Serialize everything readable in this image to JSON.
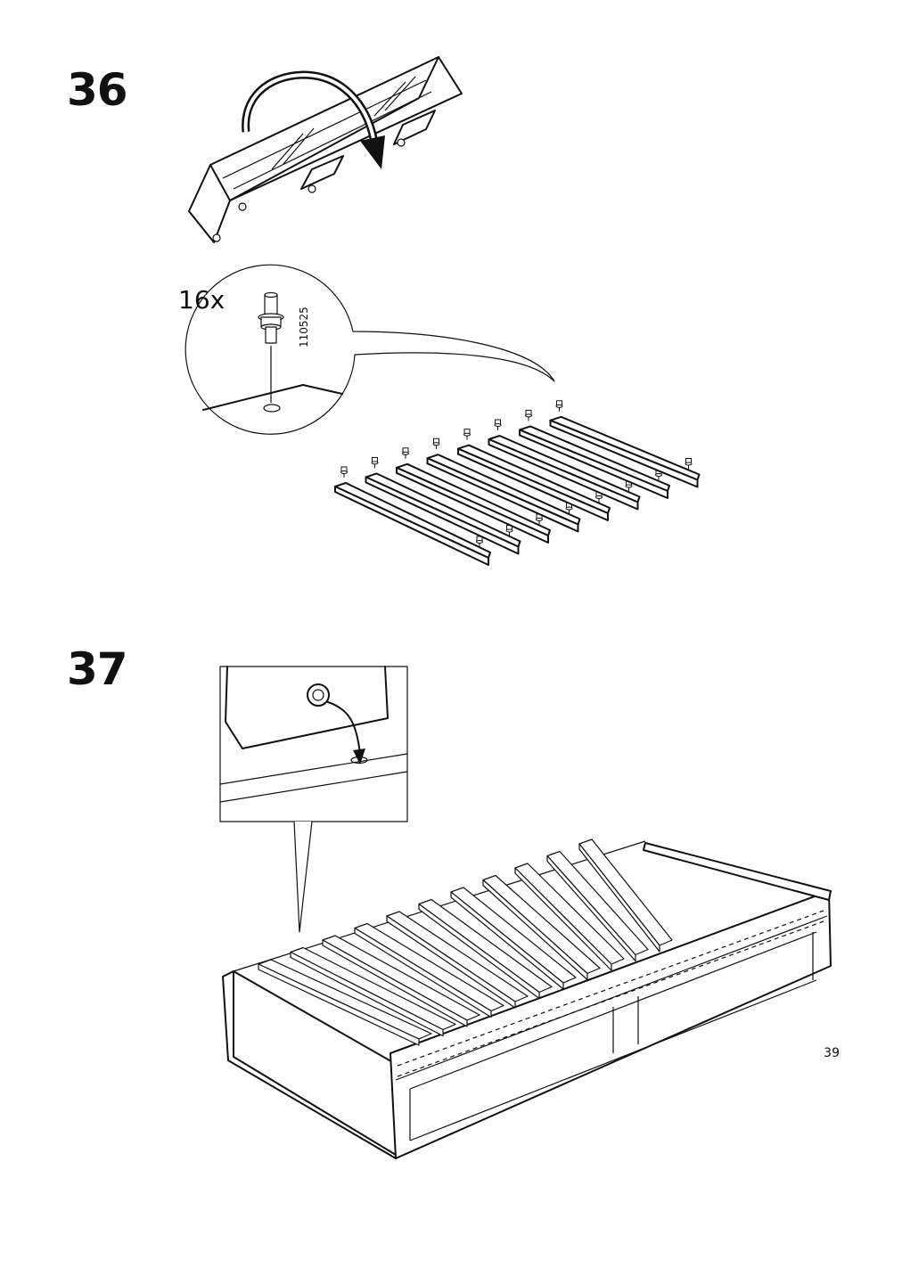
{
  "steps": [
    {
      "number": "36"
    },
    {
      "number": "37"
    }
  ],
  "step36": {
    "quantity": "16x",
    "part_number": "110525",
    "icons": [
      "rotate-arrow-icon",
      "dowel-icon"
    ]
  },
  "page_number": "39"
}
